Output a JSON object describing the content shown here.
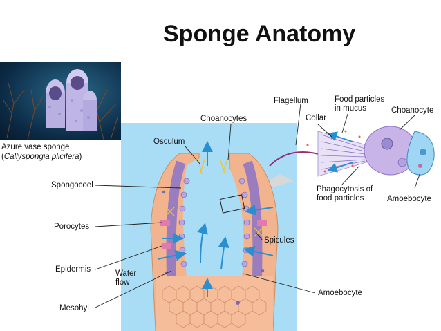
{
  "title": "Sponge Anatomy",
  "photo": {
    "caption_common": "Azure vase sponge",
    "caption_scientific": "Callyspongia plicifera"
  },
  "labels": {
    "osculum": "Osculum",
    "choanocytes": "Choanocytes",
    "spongocoel": "Spongocoel",
    "porocytes": "Porocytes",
    "epidermis": "Epidermis",
    "water_flow": [
      "Water",
      "flow"
    ],
    "mesohyl": "Mesohyl",
    "spicules": "Spicules",
    "amoebocyte": "Amoebocyte",
    "flagellum": "Flagellum",
    "collar": "Collar",
    "food_particles_mucus": [
      "Food particles",
      "in mucus"
    ],
    "choanocyte": "Choanocyte",
    "phagocytosis": [
      "Phagocytosis of",
      "food particles"
    ],
    "amoebocyte_inset": "Amoebocyte"
  },
  "colors": {
    "panel_bg": "#a9dcf5",
    "body_wall": "#f2b48e",
    "water_arrow": "#2a8fd0",
    "cell_purple": "#b8a6e0"
  }
}
